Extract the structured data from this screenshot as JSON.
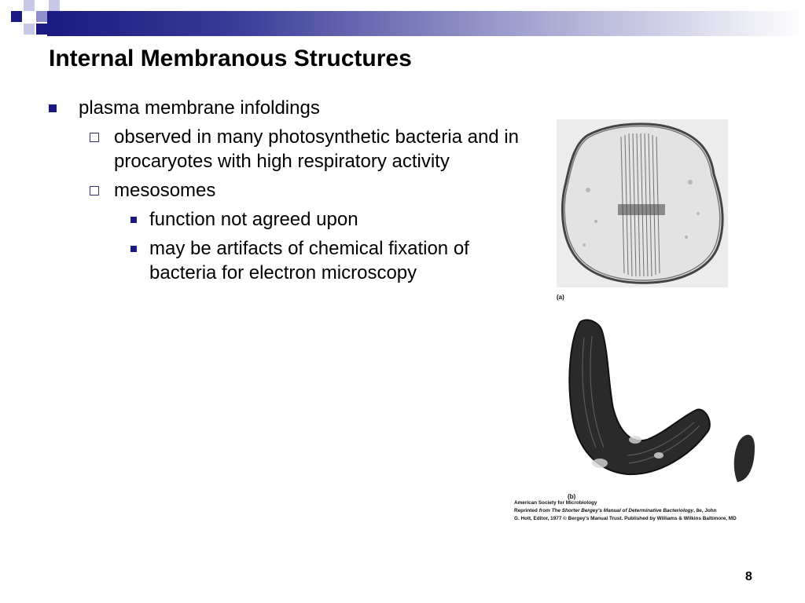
{
  "slide": {
    "title": "Internal Membranous Structures",
    "page_number": "8",
    "accent_color": "#1a1a80"
  },
  "bullets": {
    "item1": "plasma membrane infoldings",
    "item1_1": "observed in many photosynthetic bacteria and in procaryotes with high respiratory activity",
    "item1_2": "mesosomes",
    "item1_2_1": "function not agreed upon",
    "item1_2_2": "may be artifacts of chemical fixation of bacteria for electron microscopy"
  },
  "figure": {
    "label_a": "(a)",
    "label_b": "(b)",
    "credit_line1": "American Society for Microbiology",
    "credit_line2_prefix": "Reprinted ",
    "credit_line2_from": "from ",
    "credit_line2_book": "The Shorter Bergey's Manual of Determinative Bacteriology",
    "credit_line2_suffix": ", 8e, John",
    "credit_line3": "G. Holt, Editor, 1977 © Bergey's Manual Trust. Published by Williams & Wilkins Baltimore, MD"
  }
}
